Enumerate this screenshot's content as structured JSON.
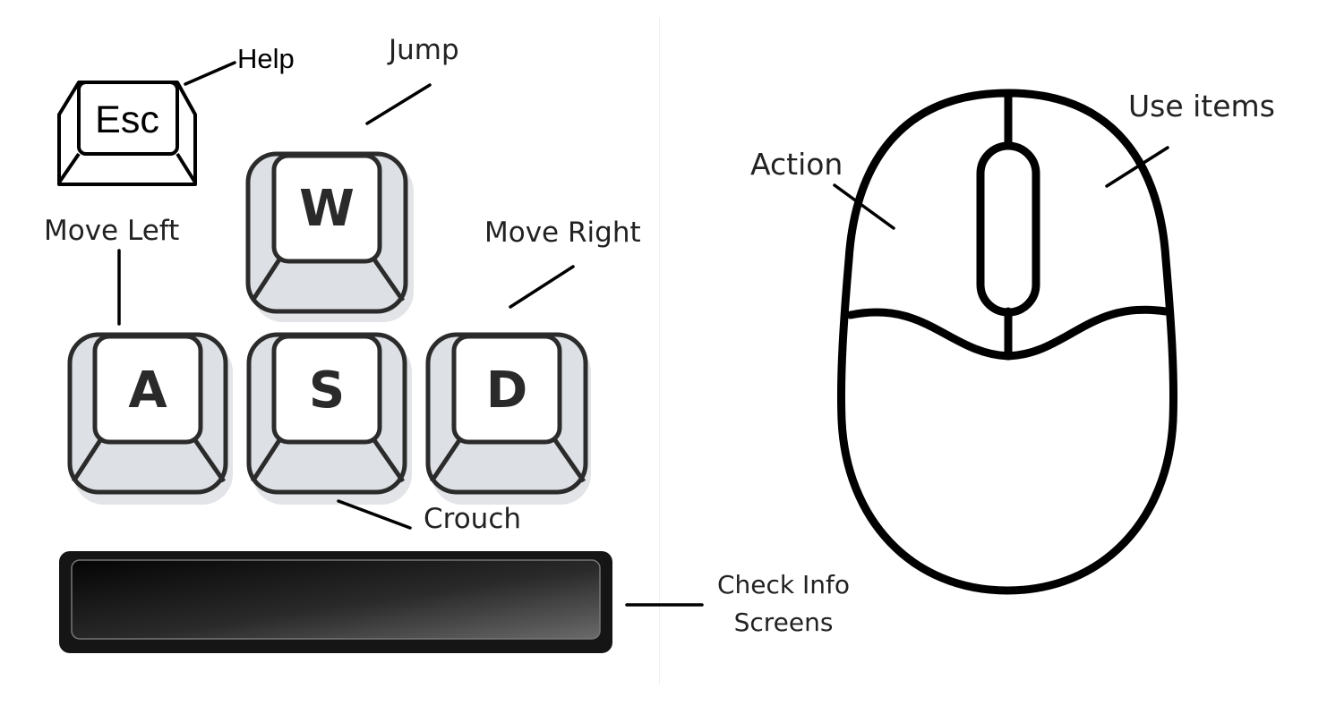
{
  "keyboard": {
    "esc": {
      "key": "Esc",
      "label": "Help"
    },
    "w": {
      "key": "W",
      "label": "Jump"
    },
    "a": {
      "key": "A",
      "label": "Move Left"
    },
    "s": {
      "key": "S",
      "label": "Crouch"
    },
    "d": {
      "key": "D",
      "label": "Move Right"
    },
    "space": {
      "label_line1": "Check Info",
      "label_line2": "Screens"
    }
  },
  "mouse": {
    "left_button": {
      "label": "Action"
    },
    "right_button": {
      "label": "Use items"
    }
  },
  "colors": {
    "outline": "#2b2b2b",
    "keycap_base": "#dde0e4",
    "keycap_top": "#ffffff",
    "spacebar_dark": "#0d0d0d",
    "spacebar_light": "#666666"
  }
}
